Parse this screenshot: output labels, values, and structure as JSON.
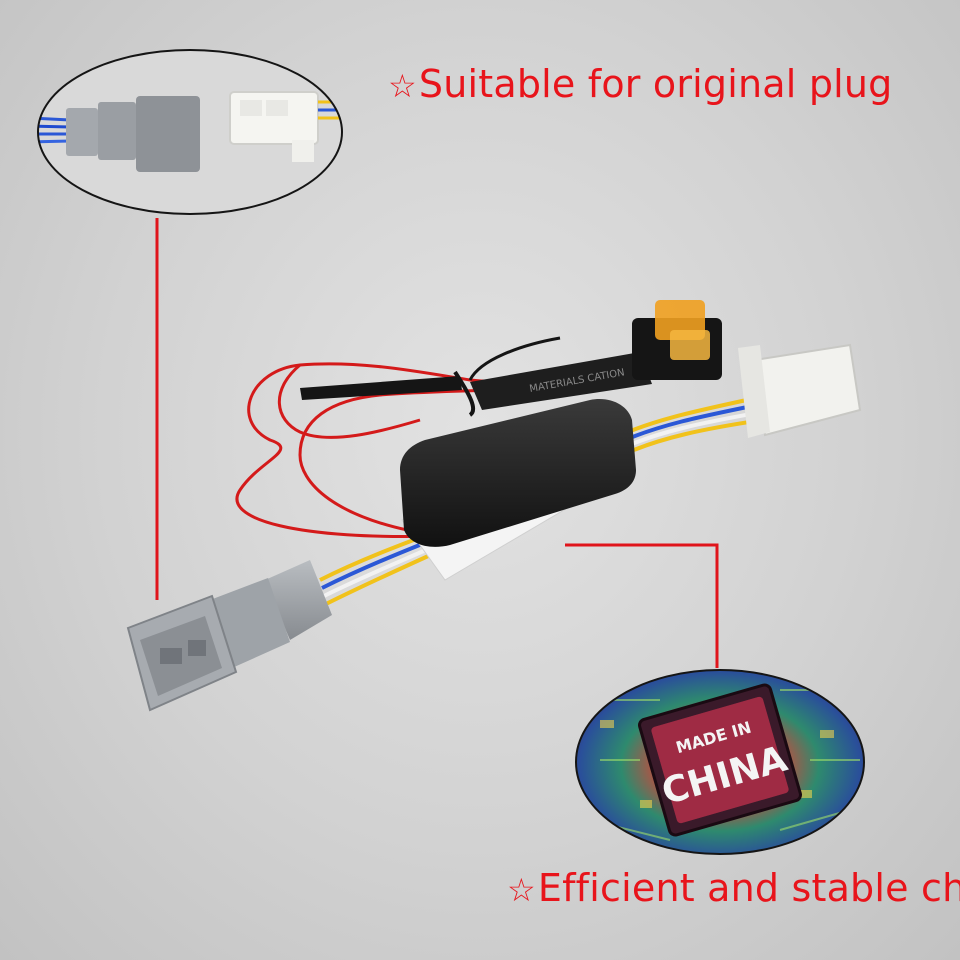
{
  "captions": {
    "star_symbol": "☆",
    "top": "Suitable for original plug",
    "bottom": "Efficient and stable chip"
  },
  "chip_marking": {
    "line1": "MADE IN",
    "line2": "CHINA"
  },
  "sleeve_print": "MATERIALS   CATION",
  "colors": {
    "caption_red": "#e8141b",
    "leader_line": "#e0141b",
    "module_body": "#1b1b1b",
    "module_base": "#f4f4f4",
    "connector_gray": "#9ea3a8",
    "connector_white": "#f2f2ee",
    "fuse_amber": "#f0a020"
  }
}
